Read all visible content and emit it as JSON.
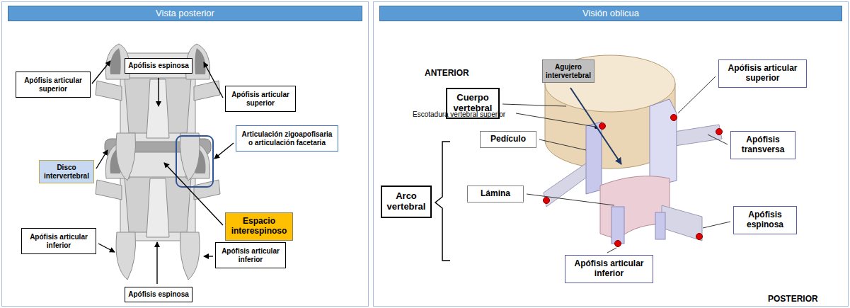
{
  "diagram": {
    "nodes": [
      {
        "text": [
          "Vista posterior"
        ]
      },
      {
        "text": [
          "Apófisis espinosa"
        ],
        "in": 0
      },
      {
        "text": [
          "Apófisis articular superior"
        ],
        "in": 0
      },
      {
        "text": [
          "Apófisis articular superior"
        ],
        "in": 0
      },
      {
        "text": [
          "Articulación zigoapofisaria o articulación facetaria"
        ],
        "in": 0
      },
      {
        "text": [
          "Disco intervertebral"
        ],
        "in": 0
      },
      {
        "text": [
          "Espacio interespinoso"
        ],
        "in": 0
      },
      {
        "text": [
          "Apófisis articular inferior"
        ],
        "in": 0
      },
      {
        "text": [
          "Apófisis articular inferior"
        ],
        "in": 0
      },
      {
        "text": [
          "Apófisis espinosa"
        ],
        "in": 0
      },
      {
        "text": [
          "Visión oblicua"
        ]
      },
      {
        "text": [
          "Agujero intervertebral"
        ],
        "in": 10
      },
      {
        "text": [
          "Apófisis articular superior"
        ],
        "in": 10
      },
      {
        "text": [
          "Cuerpo vertebral"
        ],
        "in": 10
      },
      {
        "text": [
          "Pedículo"
        ],
        "in": 10
      },
      {
        "text": [
          "Apófisis transversa"
        ],
        "in": 10
      },
      {
        "text": [
          "Lámina"
        ],
        "in": 10
      },
      {
        "text": [
          "Arco vertebral"
        ],
        "in": 10
      },
      {
        "text": [
          "Apófisis espinosa"
        ],
        "in": 10
      },
      {
        "text": [
          "Apófisis articular inferior"
        ],
        "in": 10
      }
    ],
    "labels": [
      "ANTERIOR",
      "Escotadura vertebral superior",
      "POSTERIOR"
    ]
  }
}
